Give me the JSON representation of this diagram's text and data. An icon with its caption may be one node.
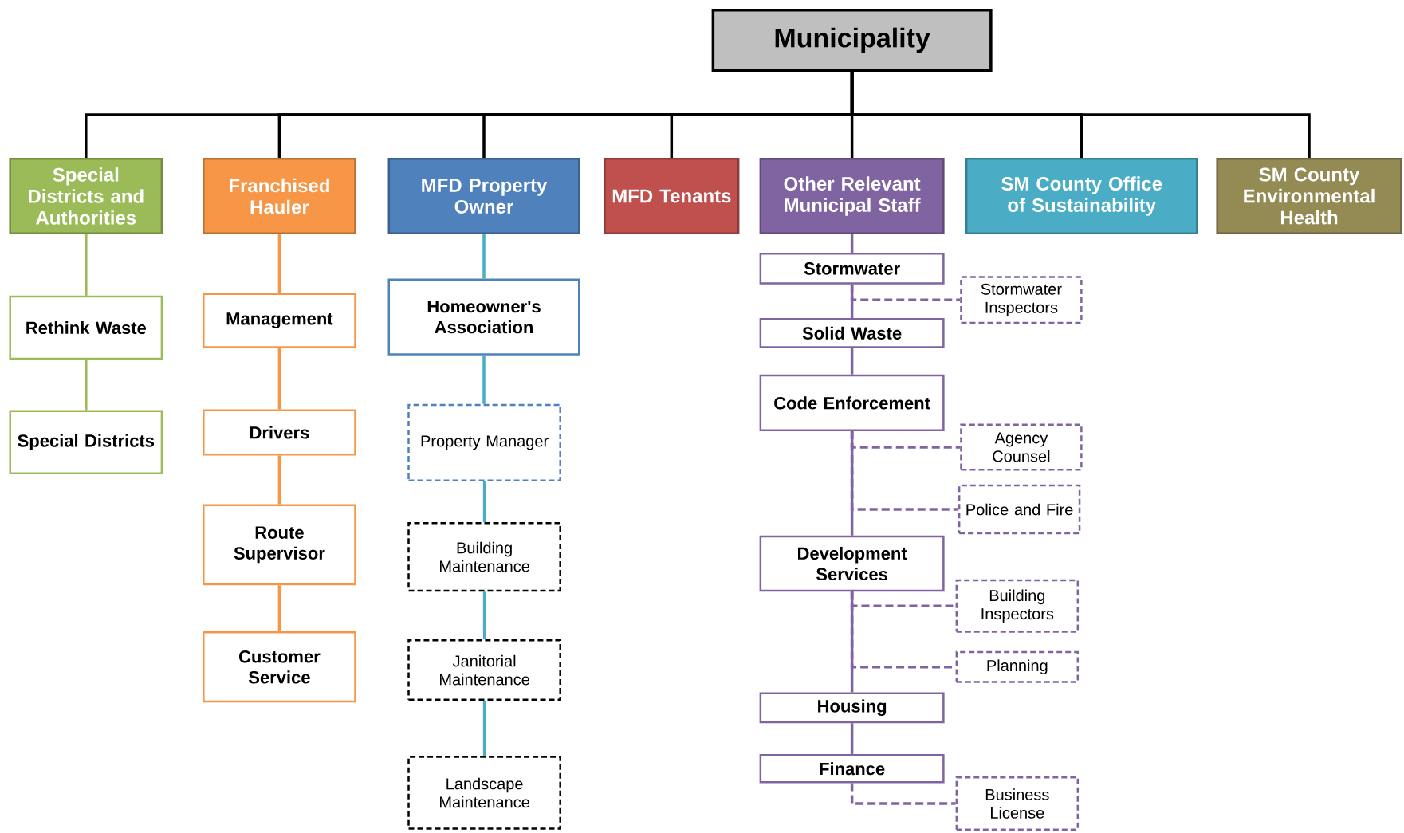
{
  "diagram": {
    "nodes": [
      {
        "text": [
          "Municipality"
        ]
      },
      {
        "text": [
          "Special Districts and Authorities"
        ]
      },
      {
        "text": [
          "Franchised Hauler"
        ]
      },
      {
        "text": [
          "MFD Property Owner"
        ]
      },
      {
        "text": [
          "MFD Tenants"
        ]
      },
      {
        "text": [
          "Other Relevant Municipal Staff"
        ]
      },
      {
        "text": [
          "SM County Office of Sustainability"
        ]
      },
      {
        "text": [
          "SM County Environmental Health"
        ]
      },
      {
        "text": [
          "Rethink Waste"
        ]
      },
      {
        "text": [
          "Special Districts"
        ]
      },
      {
        "text": [
          "Management"
        ]
      },
      {
        "text": [
          "Drivers"
        ]
      },
      {
        "text": [
          "Route Supervisor"
        ]
      },
      {
        "text": [
          "Customer Service"
        ]
      },
      {
        "text": [
          "Homeowner's Association"
        ]
      },
      {
        "text": [
          "Property Manager"
        ]
      },
      {
        "text": [
          "Building Maintenance"
        ]
      },
      {
        "text": [
          "Janitorial Maintenance"
        ]
      },
      {
        "text": [
          "Landscape Maintenance"
        ]
      },
      {
        "text": [
          "Stormwater"
        ]
      },
      {
        "text": [
          "Stormwater Inspectors"
        ]
      },
      {
        "text": [
          "Solid Waste"
        ]
      },
      {
        "text": [
          "Code Enforcement"
        ]
      },
      {
        "text": [
          "Agency Counsel"
        ]
      },
      {
        "text": [
          "Police and Fire"
        ]
      },
      {
        "text": [
          "Development Services"
        ]
      },
      {
        "text": [
          "Building Inspectors"
        ]
      },
      {
        "text": [
          "Planning"
        ]
      },
      {
        "text": [
          "Housing"
        ]
      },
      {
        "text": [
          "Finance"
        ]
      },
      {
        "text": [
          "Business License"
        ]
      }
    ],
    "edges": [
      {
        "from": 0,
        "to": 1,
        "arrow": "none",
        "color": "#000000"
      },
      {
        "from": 0,
        "to": 2,
        "arrow": "none",
        "color": "#000000"
      },
      {
        "from": 0,
        "to": 3,
        "arrow": "none",
        "color": "#000000"
      },
      {
        "from": 0,
        "to": 4,
        "arrow": "none",
        "color": "#000000"
      },
      {
        "from": 0,
        "to": 5,
        "arrow": "none",
        "color": "#000000"
      },
      {
        "from": 0,
        "to": 6,
        "arrow": "none",
        "color": "#000000"
      },
      {
        "from": 0,
        "to": 7,
        "arrow": "none",
        "color": "#000000"
      },
      {
        "from": 1,
        "to": 8,
        "arrow": "none",
        "color": "#9bbb59"
      },
      {
        "from": 8,
        "to": 9,
        "arrow": "none",
        "color": "#9bbb59"
      },
      {
        "from": 2,
        "to": 10,
        "arrow": "none",
        "color": "#f79646"
      },
      {
        "from": 10,
        "to": 11,
        "arrow": "none",
        "color": "#f79646"
      },
      {
        "from": 11,
        "to": 12,
        "arrow": "none",
        "color": "#f79646"
      },
      {
        "from": 12,
        "to": 13,
        "arrow": "none",
        "color": "#f79646"
      },
      {
        "from": 3,
        "to": 14,
        "arrow": "none",
        "color": "#4bacc6"
      },
      {
        "from": 14,
        "to": 15,
        "arrow": "none",
        "color": "#4bacc6"
      },
      {
        "from": 15,
        "to": 16,
        "arrow": "none",
        "color": "#4bacc6"
      },
      {
        "from": 16,
        "to": 17,
        "arrow": "none",
        "color": "#4bacc6"
      },
      {
        "from": 17,
        "to": 18,
        "arrow": "none",
        "color": "#4bacc6"
      },
      {
        "from": 5,
        "to": 19,
        "arrow": "none",
        "color": "#8064a2"
      },
      {
        "from": 19,
        "to": 21,
        "arrow": "none",
        "color": "#8064a2"
      },
      {
        "from": 21,
        "to": 22,
        "arrow": "none",
        "color": "#8064a2"
      },
      {
        "from": 22,
        "to": 25,
        "arrow": "none",
        "color": "#8064a2"
      },
      {
        "from": 25,
        "to": 28,
        "arrow": "none",
        "color": "#8064a2"
      },
      {
        "from": 28,
        "to": 29,
        "arrow": "none",
        "color": "#8064a2"
      },
      {
        "from": 19,
        "to": 20,
        "arrow": "none",
        "style": "dashed",
        "color": "#8064a2"
      },
      {
        "from": 22,
        "to": 23,
        "arrow": "none",
        "style": "dashed",
        "color": "#8064a2"
      },
      {
        "from": 22,
        "to": 24,
        "arrow": "none",
        "style": "dashed",
        "color": "#8064a2"
      },
      {
        "from": 25,
        "to": 26,
        "arrow": "none",
        "style": "dashed",
        "color": "#8064a2"
      },
      {
        "from": 25,
        "to": 27,
        "arrow": "none",
        "style": "dashed",
        "color": "#8064a2"
      },
      {
        "from": 29,
        "to": 30,
        "arrow": "none",
        "style": "dashed",
        "color": "#8064a2"
      }
    ]
  }
}
